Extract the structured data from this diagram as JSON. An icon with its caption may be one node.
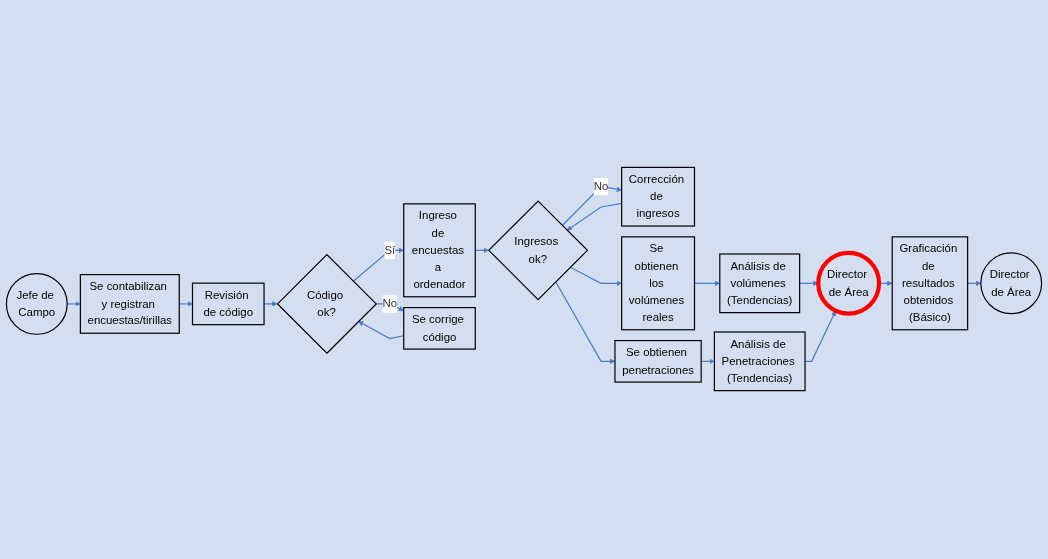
{
  "diagram": {
    "nodes": [
      {
        "text": [
          "Jefe de Campo"
        ]
      },
      {
        "text": [
          "Se contabilizan y registran encuestas/tirillas"
        ]
      },
      {
        "text": [
          "Revisión de código"
        ]
      },
      {
        "text": [
          "Código ok?"
        ]
      },
      {
        "text": [
          "Ingreso de encuestas a ordenador"
        ]
      },
      {
        "text": [
          "Ingresos ok?"
        ]
      },
      {
        "text": [
          "Se corrige código"
        ]
      },
      {
        "text": [
          "Corrección de ingresos"
        ]
      },
      {
        "text": [
          "Se obtienen los volúmenes reales"
        ]
      },
      {
        "text": [
          "Análisis de volúmenes (Tendencias)"
        ]
      },
      {
        "text": [
          "Se obtienen penetraciones"
        ]
      },
      {
        "text": [
          "Análisis de Penetraciones (Tendencias)"
        ]
      },
      {
        "text": [
          "Director de Área"
        ]
      },
      {
        "text": [
          "Graficación de resultados obtenidos (Básico)"
        ]
      },
      {
        "text": [
          "Director de Área"
        ]
      }
    ],
    "edges": [
      {
        "from": 0,
        "to": 1,
        "arrow": "to"
      },
      {
        "from": 1,
        "to": 2,
        "arrow": "to"
      },
      {
        "from": 2,
        "to": 3,
        "arrow": "to"
      },
      {
        "from": 3,
        "to": 4,
        "arrow": "to",
        "label": "Sí"
      },
      {
        "from": 3,
        "to": 6,
        "arrow": "to",
        "label": "No"
      },
      {
        "from": 6,
        "to": 3,
        "arrow": "to"
      },
      {
        "from": 4,
        "to": 5,
        "arrow": "to"
      },
      {
        "from": 5,
        "to": 7,
        "arrow": "to",
        "label": "No"
      },
      {
        "from": 7,
        "to": 5,
        "arrow": "to"
      },
      {
        "from": 5,
        "to": 8,
        "arrow": "to"
      },
      {
        "from": 5,
        "to": 10,
        "arrow": "to"
      },
      {
        "from": 8,
        "to": 9,
        "arrow": "to"
      },
      {
        "from": 10,
        "to": 11,
        "arrow": "to"
      },
      {
        "from": 9,
        "to": 12,
        "arrow": "to"
      },
      {
        "from": 11,
        "to": 12,
        "arrow": "to"
      },
      {
        "from": 12,
        "to": 13,
        "arrow": "to"
      },
      {
        "from": 13,
        "to": 14,
        "arrow": "to"
      }
    ]
  }
}
